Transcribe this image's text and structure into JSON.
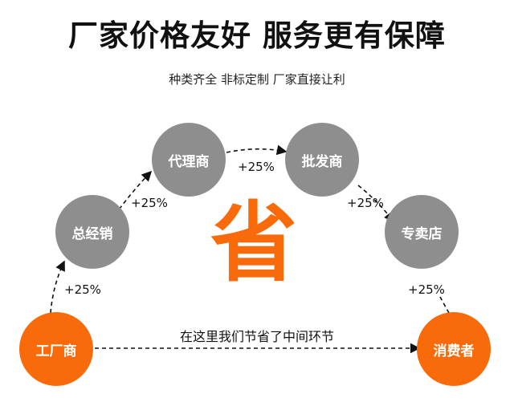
{
  "title": "厂家价格友好  服务更有保障",
  "subtitle": "种类齐全 非标定制 厂家直接让利",
  "nodes": {
    "factory": "工厂商",
    "distributor": "总经销",
    "agent": "代理商",
    "wholesaler": "批发商",
    "store": "专卖店",
    "consumer": "消费者"
  },
  "markups": [
    "+25%",
    "+25%",
    "+25%",
    "+25%",
    "+25%"
  ],
  "save_char": "省",
  "direct_note": "在这里我们节省了中间环节",
  "colors": {
    "orange": "#f96b0a",
    "gray": "#8e8e8e"
  }
}
